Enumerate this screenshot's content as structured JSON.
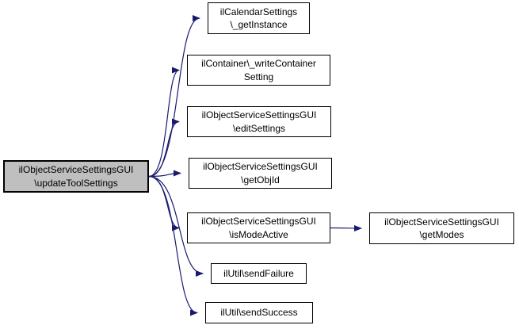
{
  "graph": {
    "type": "call-graph",
    "background_color": "#ffffff",
    "edge_color": "#191970",
    "node_border_color": "#000000",
    "node_fill_color": "#ffffff",
    "highlight_fill_color": "#bfbfbf",
    "nodes": [
      {
        "id": "updateToolSettings",
        "line1": "ilObjectServiceSettingsGUI",
        "line2": "\\updateToolSettings",
        "highlight": true
      },
      {
        "id": "getInstance",
        "line1": "ilCalendarSettings",
        "line2": "\\_getInstance"
      },
      {
        "id": "writeContainerSetting",
        "line1": "ilContainer\\_writeContainer",
        "line2": "Setting"
      },
      {
        "id": "editSettings",
        "line1": "ilObjectServiceSettingsGUI",
        "line2": "\\editSettings"
      },
      {
        "id": "getObjId",
        "line1": "ilObjectServiceSettingsGUI",
        "line2": "\\getObjId"
      },
      {
        "id": "isModeActive",
        "line1": "ilObjectServiceSettingsGUI",
        "line2": "\\isModeActive"
      },
      {
        "id": "sendFailure",
        "line1": "ilUtil\\sendFailure"
      },
      {
        "id": "sendSuccess",
        "line1": "ilUtil\\sendSuccess"
      },
      {
        "id": "getModes",
        "line1": "ilObjectServiceSettingsGUI",
        "line2": "\\getModes"
      }
    ],
    "edges": [
      {
        "from": "updateToolSettings",
        "to": "getInstance"
      },
      {
        "from": "updateToolSettings",
        "to": "writeContainerSetting"
      },
      {
        "from": "updateToolSettings",
        "to": "editSettings"
      },
      {
        "from": "updateToolSettings",
        "to": "getObjId"
      },
      {
        "from": "updateToolSettings",
        "to": "isModeActive"
      },
      {
        "from": "updateToolSettings",
        "to": "sendFailure"
      },
      {
        "from": "updateToolSettings",
        "to": "sendSuccess"
      },
      {
        "from": "isModeActive",
        "to": "getModes"
      }
    ]
  }
}
